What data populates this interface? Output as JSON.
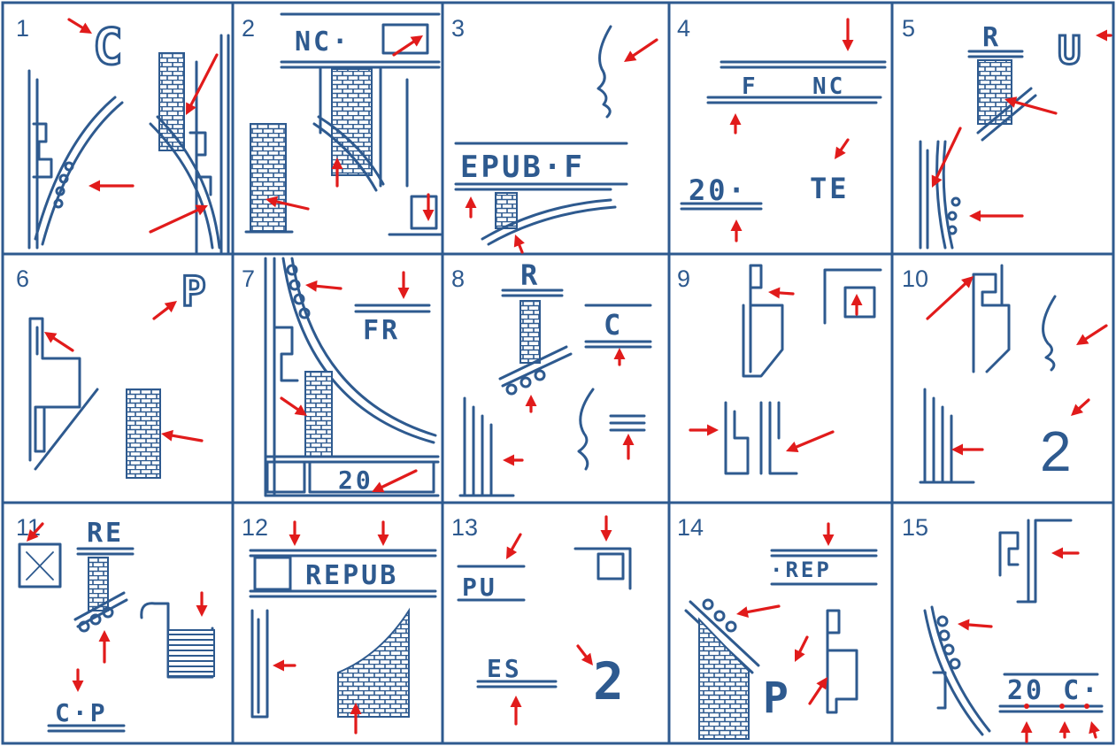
{
  "panels": [
    {
      "number": "1",
      "legends": [
        "C"
      ]
    },
    {
      "number": "2",
      "legends": [
        "NC·"
      ]
    },
    {
      "number": "3",
      "legends": [
        "EPUB·F"
      ]
    },
    {
      "number": "4",
      "legends": [
        "F",
        "NC",
        "20·",
        "TE"
      ]
    },
    {
      "number": "5",
      "legends": [
        "R",
        "U"
      ]
    },
    {
      "number": "6",
      "legends": [
        "P"
      ]
    },
    {
      "number": "7",
      "legends": [
        "FR",
        "20"
      ]
    },
    {
      "number": "8",
      "legends": [
        "R",
        "C"
      ]
    },
    {
      "number": "9",
      "legends": []
    },
    {
      "number": "10",
      "legends": [
        "2"
      ]
    },
    {
      "number": "11",
      "legends": [
        "RE",
        "C·P"
      ]
    },
    {
      "number": "12",
      "legends": [
        "REPUB"
      ]
    },
    {
      "number": "13",
      "legends": [
        "PU",
        "ES",
        "2"
      ]
    },
    {
      "number": "14",
      "legends": [
        "·REP",
        "P"
      ]
    },
    {
      "number": "15",
      "legends": [
        "20 C·"
      ]
    }
  ],
  "colors": {
    "ink": "#2e5a8f",
    "arrow": "#e11b1b",
    "background": "#ffffff"
  }
}
